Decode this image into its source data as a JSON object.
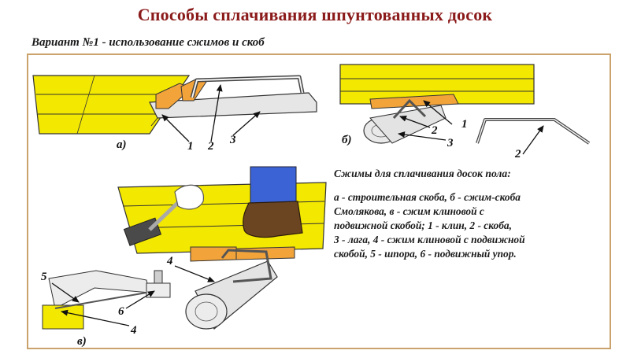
{
  "header": {
    "title": "Способы сплачивания шпунтованных досок",
    "subtitle": "Вариант №1 - использование сжимов и скоб"
  },
  "figure_labels": {
    "a": "а)",
    "b": "б)",
    "v": "в)",
    "n1": "1",
    "n2": "2",
    "n3": "3",
    "n4": "4",
    "n5": "5",
    "n6": "6"
  },
  "caption": {
    "heading": "Сжимы для сплачивания досок пола:",
    "lines": [
      "а - строительная скоба, б - сжим-скоба",
      "Смолякова, в - сжим клиновой с",
      "подвижной скобой; 1 - клин, 2 - скоба,",
      "3 - лага, 4 - сжим клиновой с подвижной",
      "скобой, 5 - шпора, 6 - подвижный упор."
    ]
  },
  "colors": {
    "title": "#8b1a1a",
    "frame": "#c9a36b",
    "board": "#f3e800",
    "wedge": "#f2a33a",
    "boot": "#6b4522",
    "trouser": "#3b63d6"
  }
}
